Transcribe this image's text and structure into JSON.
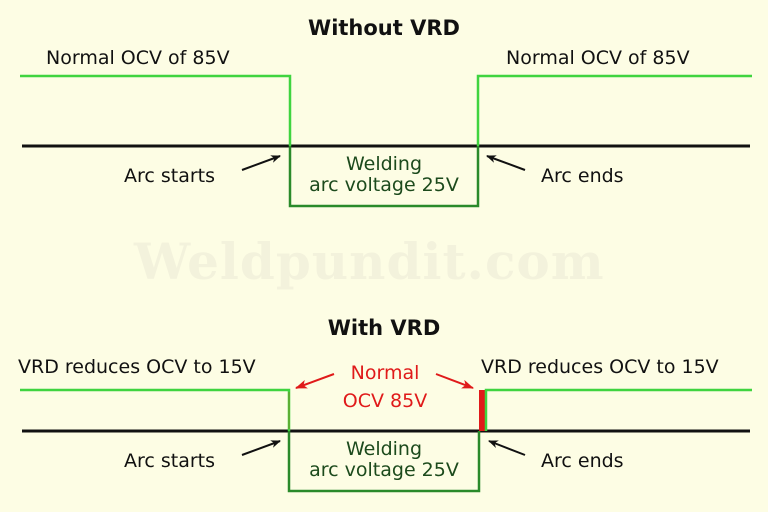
{
  "watermark": "Weldpundit.com",
  "colors": {
    "background": "#fdfde4",
    "ocv_line": "#3fd43f",
    "baseline": "#111111",
    "welding_box": "#2a8a2a",
    "welding_text": "#1c4a1c",
    "vrd_highlight": "#e01a1a"
  },
  "without_vrd": {
    "title": "Without VRD",
    "left_ocv_label": "Normal OCV of 85V",
    "right_ocv_label": "Normal OCV of 85V",
    "arc_starts_label": "Arc starts",
    "arc_ends_label": "Arc ends",
    "welding_box_line1": "Welding",
    "welding_box_line2": "arc voltage 25V"
  },
  "with_vrd": {
    "title": "With VRD",
    "left_ocv_label": "VRD reduces OCV to 15V",
    "right_ocv_label": "VRD reduces OCV to 15V",
    "normal_ocv_line1": "Normal",
    "normal_ocv_line2": "OCV 85V",
    "arc_starts_label": "Arc starts",
    "arc_ends_label": "Arc ends",
    "welding_box_line1": "Welding",
    "welding_box_line2": "arc voltage 25V"
  }
}
